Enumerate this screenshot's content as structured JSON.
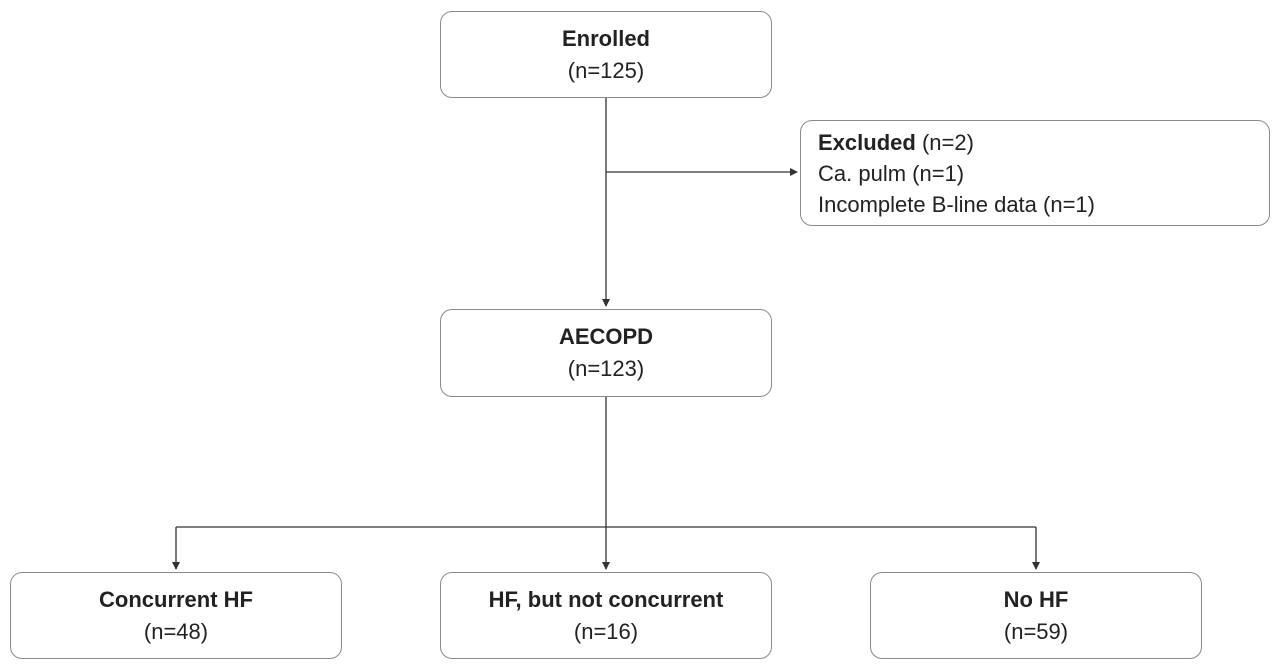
{
  "enrolled": {
    "title": "Enrolled",
    "count": "(n=125)"
  },
  "excluded": {
    "title": "Excluded",
    "count": "(n=2)",
    "reasons": [
      "Ca. pulm (n=1)",
      "Incomplete B-line data (n=1)"
    ]
  },
  "aecopd": {
    "title": "AECOPD",
    "count": "(n=123)"
  },
  "groups": [
    {
      "title": "Concurrent HF",
      "count": "(n=48)"
    },
    {
      "title": "HF, but not concurrent",
      "count": "(n=16)"
    },
    {
      "title": "No HF",
      "count": "(n=59)"
    }
  ]
}
